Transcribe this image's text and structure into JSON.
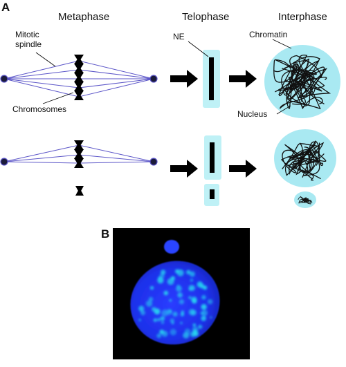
{
  "panel_a": {
    "letter": "A",
    "phases": [
      "Metaphase",
      "Telophase",
      "Interphase"
    ],
    "labels": {
      "mitotic_spindle": "Mitotic\nspindle",
      "chromosomes": "Chromosomes",
      "ne": "NE",
      "chromatin": "Chromatin",
      "nucleus": "Nucleus"
    }
  },
  "panel_b": {
    "letter": "B"
  },
  "colors": {
    "spindle": "#5b55c8",
    "pole": "#1b1b3a",
    "ne_envelope": "#bff1f6",
    "nucleus_fill": "#a9e9f2",
    "chromatin": "#111111",
    "micrograph_bg": "#000000",
    "micrograph_nucleus": "#1d32f0",
    "micrograph_spots": "#27d2f0"
  }
}
